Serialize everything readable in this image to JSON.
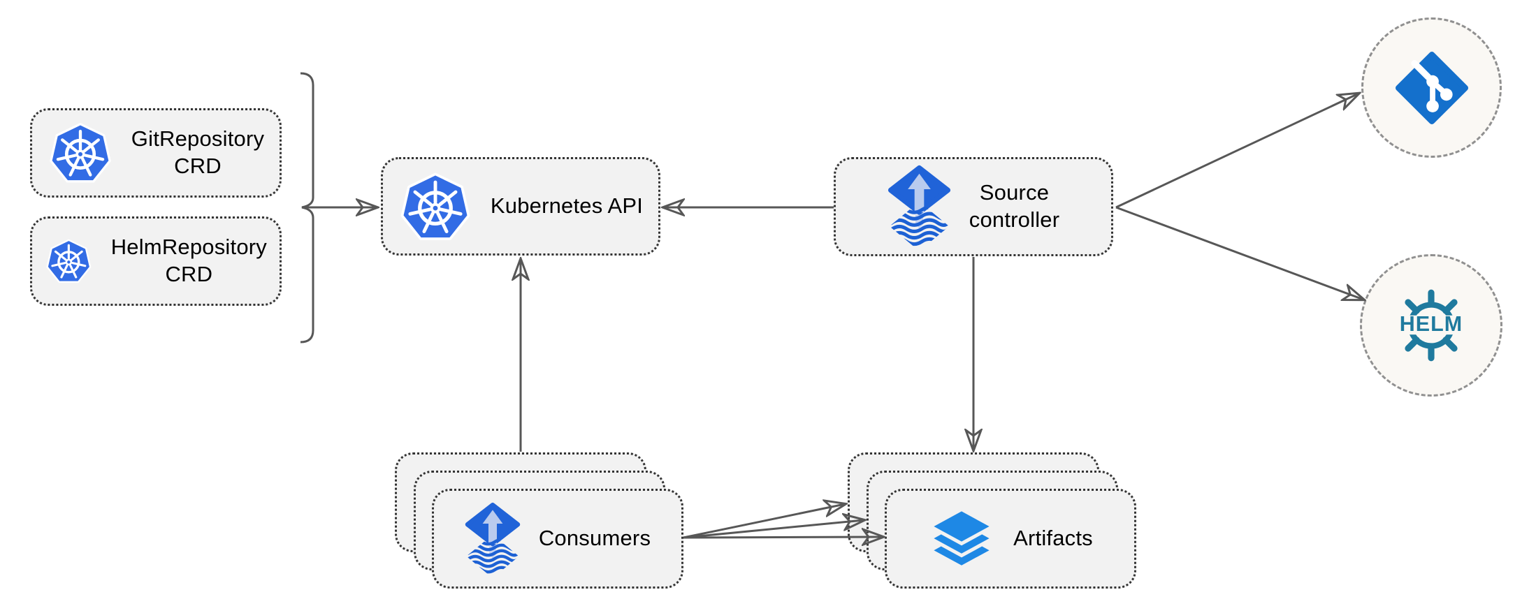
{
  "palette": {
    "background": "#ffffff",
    "node_fill": "#f2f2f2",
    "node_border": "#333333",
    "circle_fill": "#faf8f4",
    "circle_border": "#909090",
    "arrow": "#575757",
    "kubernetes_blue": "#326ce5",
    "flux_blue": "#2063d8",
    "flux_arrow_light": "#b9cbee",
    "git_blue": "#1470cc",
    "helm_teal": "#1f7a9e",
    "layers_blue": "#1e88e5",
    "label_color": "#000000"
  },
  "nodes": {
    "gitrepo_crd": {
      "label": "GitRepository\nCRD",
      "icon": "kubernetes-icon"
    },
    "helmrepo_crd": {
      "label": "HelmRepository\nCRD",
      "icon": "kubernetes-icon"
    },
    "kubernetes_api": {
      "label": "Kubernetes API",
      "icon": "kubernetes-icon"
    },
    "source_controller": {
      "label": "Source\ncontroller",
      "icon": "flux-icon"
    },
    "consumers": {
      "label": "Consumers",
      "icon": "flux-icon",
      "stack_count": 3
    },
    "artifacts": {
      "label": "Artifacts",
      "icon": "layers-icon",
      "stack_count": 3
    },
    "git_repository": {
      "icon": "git-icon"
    },
    "helm_repository": {
      "icon": "helm-icon",
      "logo_text": "HELM"
    }
  },
  "groups": [
    {
      "bracket_members": [
        "gitrepo_crd",
        "helmrepo_crd"
      ],
      "points_to": "kubernetes_api"
    }
  ],
  "edges": [
    {
      "from": "crd_group_bracket",
      "to": "kubernetes_api",
      "style": "arrow"
    },
    {
      "from": "source_controller",
      "to": "kubernetes_api",
      "style": "arrow"
    },
    {
      "from": "consumers",
      "to": "kubernetes_api",
      "style": "arrow"
    },
    {
      "from": "source_controller",
      "to": "artifacts",
      "style": "arrow"
    },
    {
      "from": "source_controller",
      "to": "git_repository",
      "style": "arrow"
    },
    {
      "from": "source_controller",
      "to": "helm_repository",
      "style": "arrow"
    },
    {
      "from": "consumers",
      "to": "artifacts",
      "style": "fan-of-3-arrows"
    }
  ]
}
